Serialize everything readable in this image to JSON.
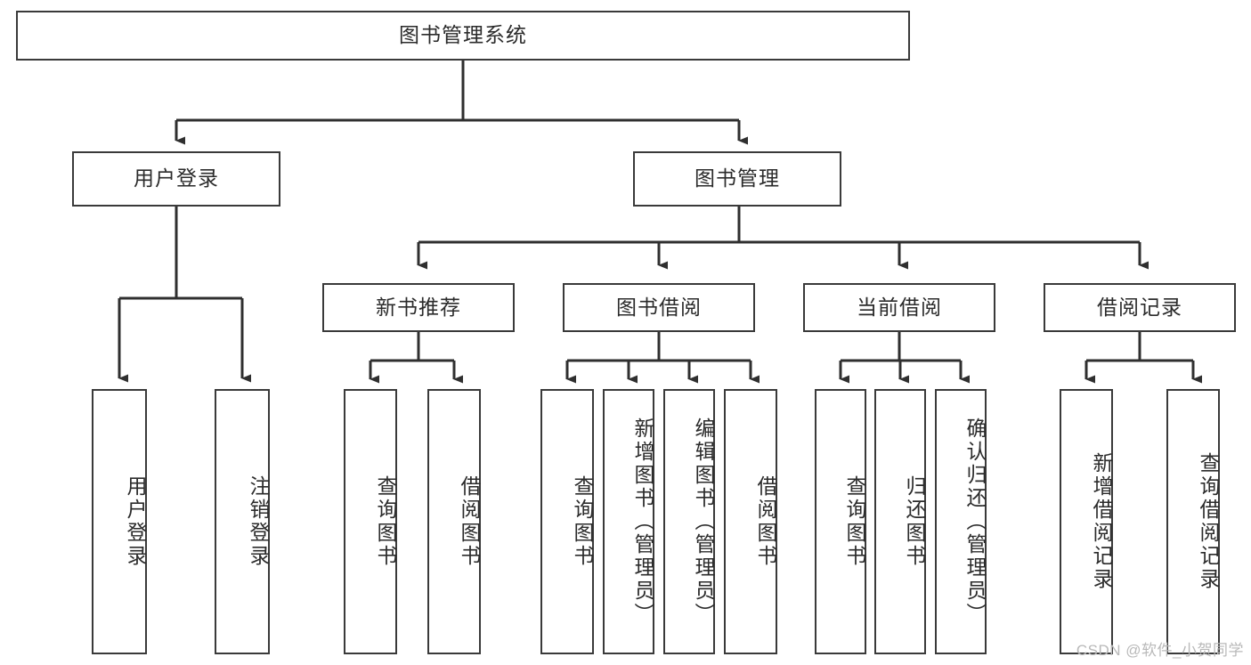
{
  "diagram": {
    "type": "tree-hierarchy-chart",
    "title": "图书管理系统",
    "watermark": "CSDN @软件_小贺同学",
    "colors": {
      "box_border": "#3a3a3a",
      "box_fill": "#ffffff",
      "connector": "#2f2f2f",
      "text": "#2b2b2b",
      "watermark": "#b9b9b9"
    }
  },
  "root": {
    "label": "图书管理系统"
  },
  "level2": [
    {
      "label": "用户登录"
    },
    {
      "label": "图书管理"
    }
  ],
  "level3": [
    {
      "label": "新书推荐"
    },
    {
      "label": "图书借阅"
    },
    {
      "label": "当前借阅"
    },
    {
      "label": "借阅记录"
    }
  ],
  "leaves": {
    "user_login": [
      {
        "label": "用户登录"
      },
      {
        "label": "注销登录"
      }
    ],
    "new_book": [
      {
        "label": "查询图书"
      },
      {
        "label": "借阅图书"
      }
    ],
    "book_borrow": [
      {
        "label": "查询图书"
      },
      {
        "label": "新增图书（管理员）"
      },
      {
        "label": "编辑图书（管理员）"
      },
      {
        "label": "借阅图书"
      }
    ],
    "current_borrow": [
      {
        "label": "查询图书"
      },
      {
        "label": "归还图书"
      },
      {
        "label": "确认归还（管理员）"
      }
    ],
    "borrow_record": [
      {
        "label": "新增借阅记录"
      },
      {
        "label": "查询借阅记录"
      }
    ]
  }
}
